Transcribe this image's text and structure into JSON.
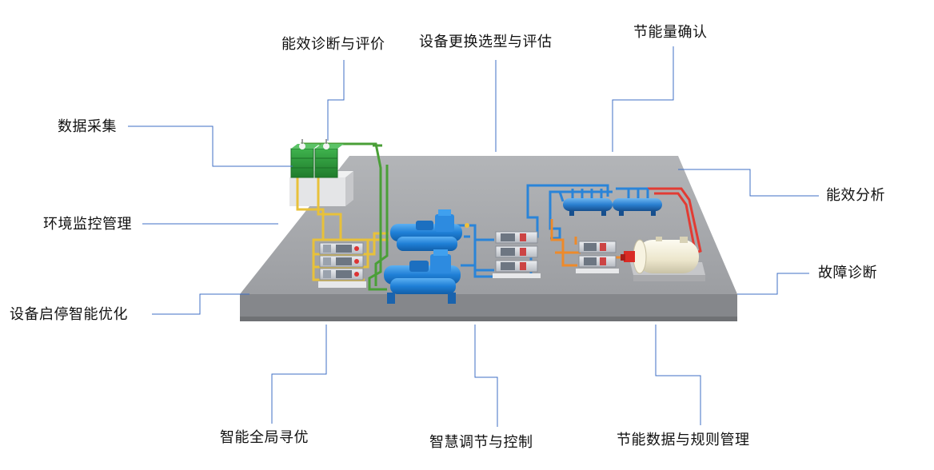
{
  "colors": {
    "leader_line": "#3f6fc4",
    "floor_top": "#a3a5a8",
    "floor_side": "#8d8f93",
    "chiller_blue": "#1f7fd6",
    "tower_green": "#2f9a3c",
    "pipe_yellow": "#e9c33a",
    "pipe_blue": "#2a84d8",
    "pipe_orange": "#ee8a2a",
    "pipe_red": "#e23b33",
    "pipe_green": "#4fa33a",
    "boiler_body": "#f1ecd6",
    "burner_red": "#d92b25"
  },
  "labels": {
    "energy_diagnosis": "能效诊断与评价",
    "equipment_selection": "设备更换选型与评估",
    "savings_confirm": "节能量确认",
    "data_collection": "数据采集",
    "efficiency_analysis": "能效分析",
    "env_monitoring": "环境监控管理",
    "fault_diagnosis": "故障诊断",
    "start_stop_opt": "设备启停智能优化",
    "global_optimization": "智能全局寻优",
    "smart_control": "智慧调节与控制",
    "savings_data_rules": "节能数据与规则管理"
  }
}
